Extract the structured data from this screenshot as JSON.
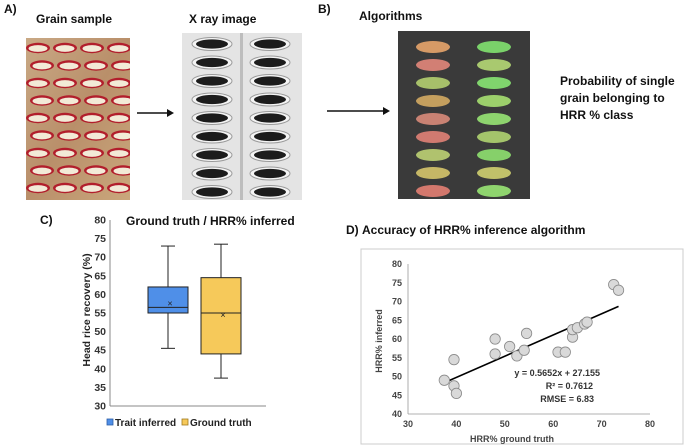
{
  "panels": {
    "a": {
      "label": "A)",
      "grain_sample_title": "Grain sample",
      "xray_title": "X ray image"
    },
    "b": {
      "label": "B)",
      "algorithms_title": "Algorithms",
      "result_lines": [
        "Probability of single",
        "grain belonging to",
        "HRR % class"
      ]
    },
    "c": {
      "label": "C)"
    },
    "d": {
      "label": "D)"
    }
  },
  "colors": {
    "trait_inferred": "#4f8fe8",
    "ground_truth": "#f6c95a",
    "scatter_point": "#d9d9d9"
  },
  "icons": [
    "arrow-right-icon",
    "arrow-right-icon"
  ],
  "chart_data": [
    {
      "type": "box",
      "title": "Ground truth / HRR% inferred",
      "ylabel": "Head rice recovery (%)",
      "ylim": [
        30,
        80
      ],
      "yticks": [
        "30",
        "35",
        "40",
        "45",
        "50",
        "55",
        "60",
        "65",
        "70",
        "75",
        "80"
      ],
      "legend_position": "bottom",
      "series": [
        {
          "name": "Trait inferred",
          "min": 45.5,
          "q1": 55,
          "median": 56.5,
          "q3": 62,
          "max": 73,
          "mean": 57.5
        },
        {
          "name": "Ground truth",
          "min": 37.5,
          "q1": 44,
          "median": 55,
          "q3": 64.5,
          "max": 73.5,
          "mean": 54.5
        }
      ]
    },
    {
      "type": "scatter",
      "title": "Accuracy of HRR% inference algorithm",
      "xlabel": "HRR% ground truth",
      "ylabel": "HRR% inferred",
      "xlim": [
        30,
        80
      ],
      "ylim": [
        40,
        80
      ],
      "xticks": [
        "30",
        "40",
        "50",
        "60",
        "70",
        "80"
      ],
      "yticks": [
        "40",
        "45",
        "50",
        "55",
        "60",
        "65",
        "70",
        "75",
        "80"
      ],
      "annotations": [
        "y = 0.5652x + 27.155",
        "R² = 0.7612",
        "RMSE = 6.83"
      ],
      "trendline": {
        "slope": 0.5652,
        "intercept": 27.155,
        "x_range": [
          37,
          73.5
        ]
      },
      "points": [
        {
          "x": 37.5,
          "y": 49
        },
        {
          "x": 39.5,
          "y": 47.5
        },
        {
          "x": 39.5,
          "y": 54.5
        },
        {
          "x": 40,
          "y": 45.5
        },
        {
          "x": 48,
          "y": 56
        },
        {
          "x": 48,
          "y": 60
        },
        {
          "x": 51,
          "y": 58
        },
        {
          "x": 52.5,
          "y": 55.5
        },
        {
          "x": 54,
          "y": 57
        },
        {
          "x": 54.5,
          "y": 61.5
        },
        {
          "x": 61,
          "y": 56.5
        },
        {
          "x": 62.5,
          "y": 56.5
        },
        {
          "x": 64,
          "y": 60.5
        },
        {
          "x": 64,
          "y": 62.5
        },
        {
          "x": 65,
          "y": 63
        },
        {
          "x": 66.5,
          "y": 64
        },
        {
          "x": 67,
          "y": 64.5
        },
        {
          "x": 72.5,
          "y": 74.5
        },
        {
          "x": 73.5,
          "y": 73
        }
      ]
    }
  ]
}
